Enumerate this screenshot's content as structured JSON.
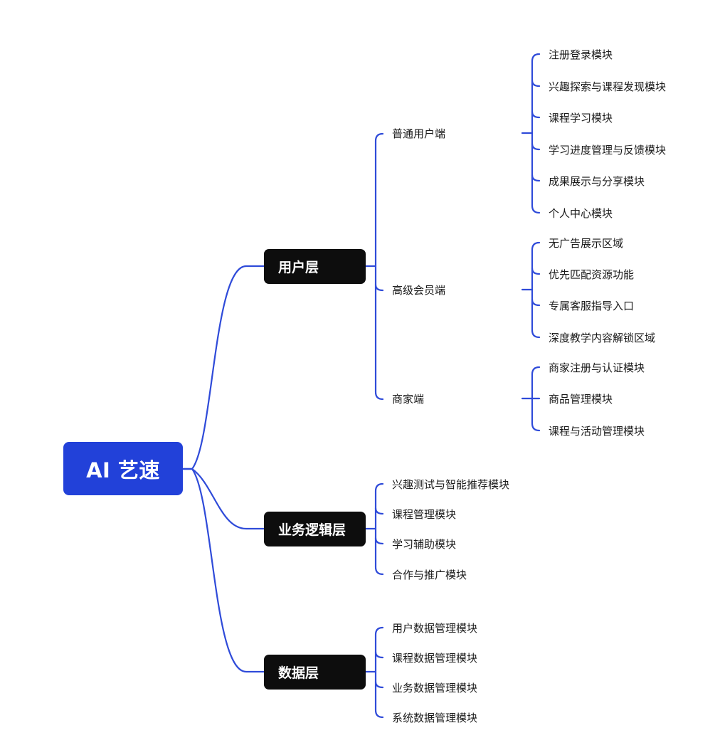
{
  "colors": {
    "root_fill": "#2241d9",
    "layer_fill": "#0d0d0d",
    "connector": "#2f4bd9",
    "leaf_text": "#1a1a1a"
  },
  "root": {
    "label": "AI 艺速"
  },
  "layers": [
    {
      "label": "用户层",
      "children": [
        {
          "label": "普通用户端",
          "children": [
            {
              "label": "注册登录模块"
            },
            {
              "label": "兴趣探索与课程发现模块"
            },
            {
              "label": "课程学习模块"
            },
            {
              "label": "学习进度管理与反馈模块"
            },
            {
              "label": "成果展示与分享模块"
            },
            {
              "label": "个人中心模块"
            }
          ]
        },
        {
          "label": "高级会员端",
          "children": [
            {
              "label": "无广告展示区域"
            },
            {
              "label": "优先匹配资源功能"
            },
            {
              "label": "专属客服指导入口"
            },
            {
              "label": "深度教学内容解锁区域"
            }
          ]
        },
        {
          "label": "商家端",
          "children": [
            {
              "label": "商家注册与认证模块"
            },
            {
              "label": "商品管理模块"
            },
            {
              "label": "课程与活动管理模块"
            }
          ]
        }
      ]
    },
    {
      "label": "业务逻辑层",
      "children": [
        {
          "label": "兴趣测试与智能推荐模块"
        },
        {
          "label": "课程管理模块"
        },
        {
          "label": "学习辅助模块"
        },
        {
          "label": "合作与推广模块"
        }
      ]
    },
    {
      "label": "数据层",
      "children": [
        {
          "label": "用户数据管理模块"
        },
        {
          "label": "课程数据管理模块"
        },
        {
          "label": "业务数据管理模块"
        },
        {
          "label": "系统数据管理模块"
        }
      ]
    }
  ]
}
